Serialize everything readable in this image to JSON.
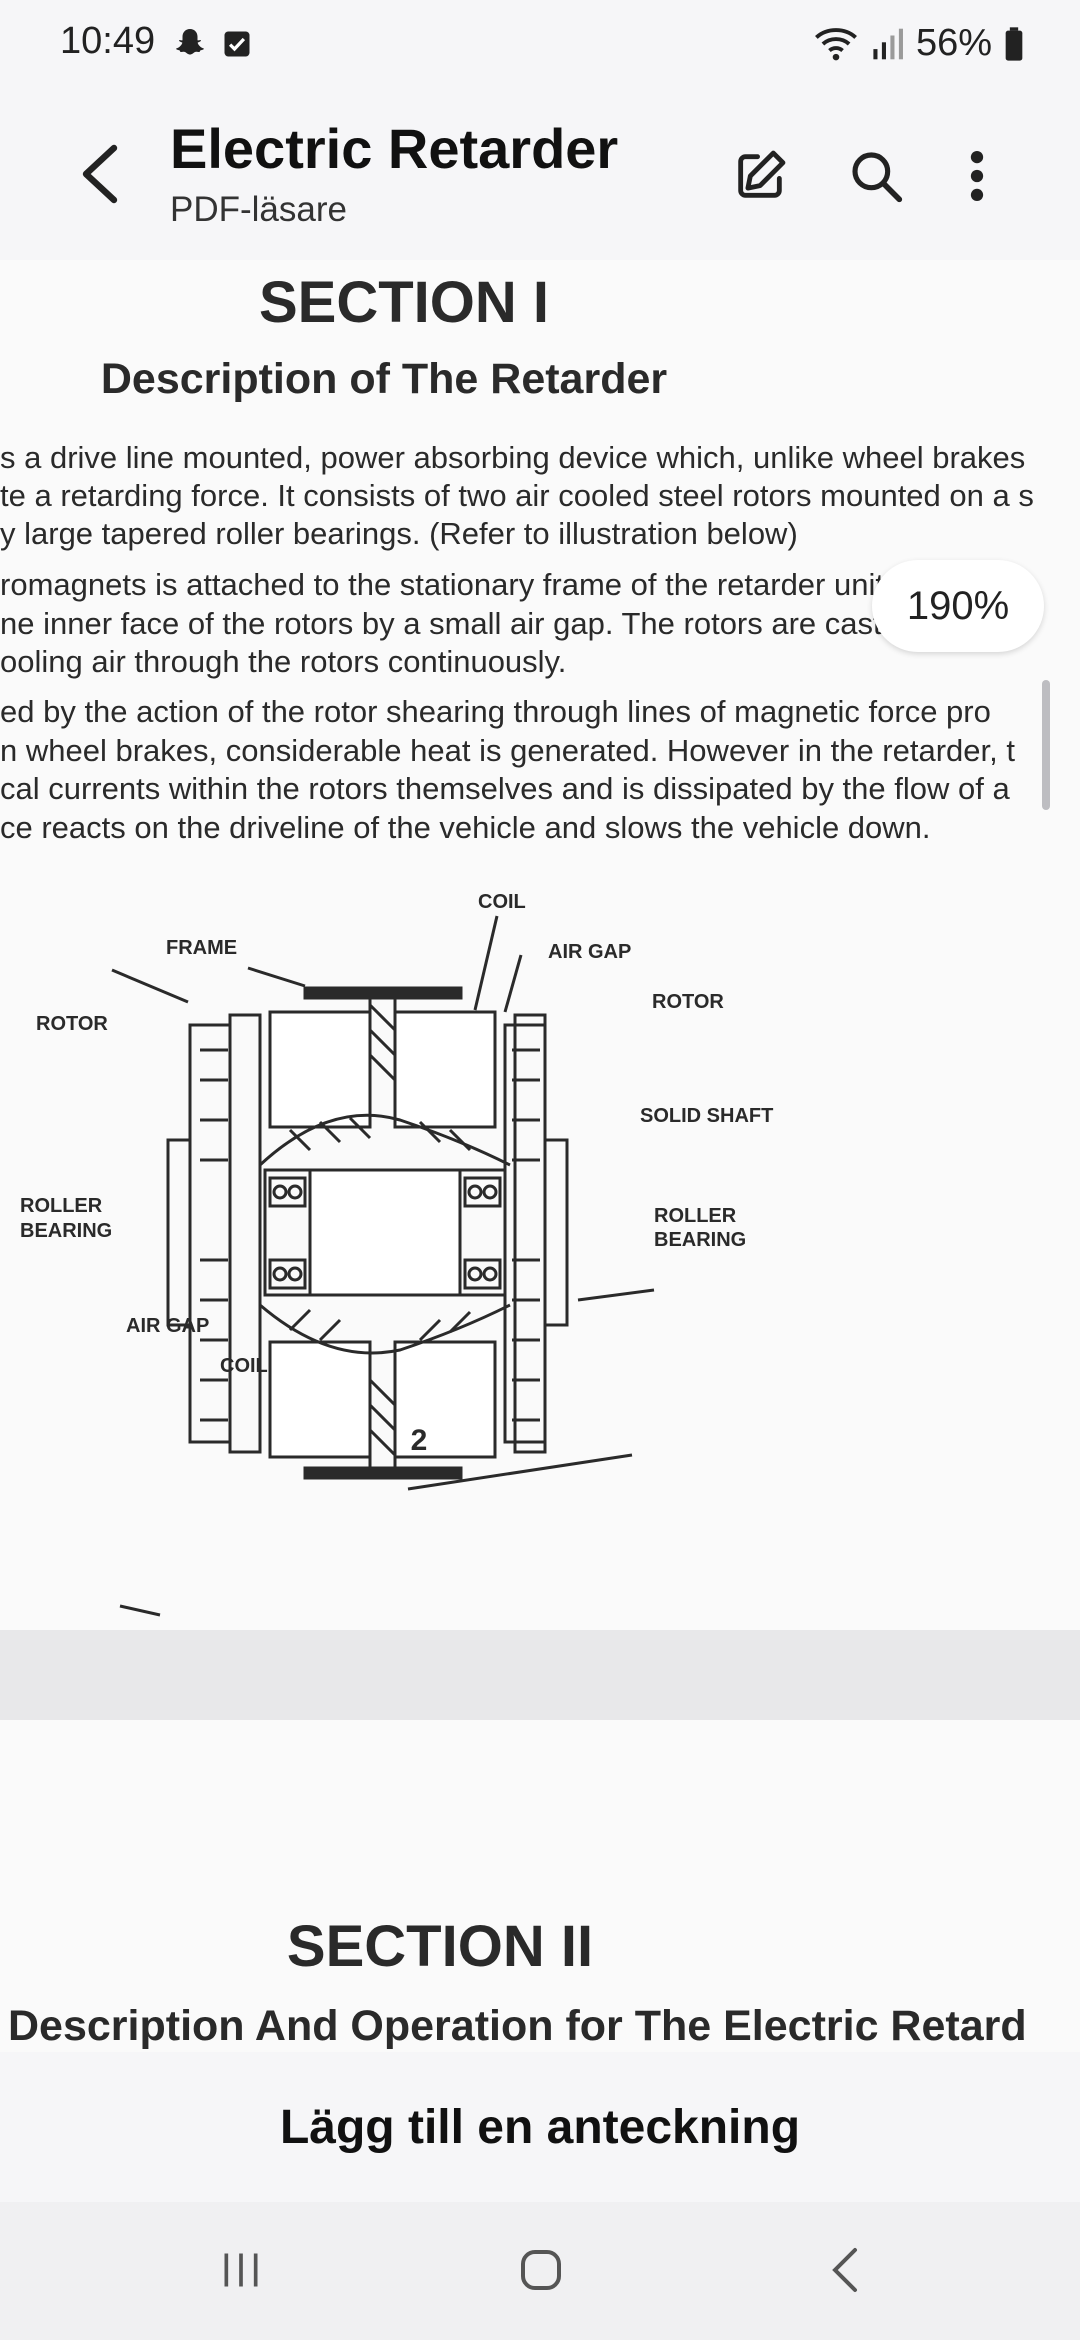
{
  "status_bar": {
    "time": "10:49",
    "battery": "56%",
    "icons": [
      "snapchat-icon",
      "checkbox-notification-icon",
      "wifi-icon",
      "signal-icon",
      "battery-icon"
    ]
  },
  "app_bar": {
    "title": "Electric Retarder",
    "subtitle": "PDF-läsare",
    "actions": [
      "back-icon",
      "edit-icon",
      "search-icon",
      "more-icon"
    ]
  },
  "viewer": {
    "zoom": "190%",
    "page1": {
      "heading": "SECTION I",
      "subheading": "Description of The Retarder",
      "paragraph1": [
        "s a drive line mounted, power absorbing device which, unlike wheel brakes",
        "te a retarding force. It consists of two air cooled steel rotors mounted on a s",
        "y large tapered roller bearings. (Refer to illustration below)"
      ],
      "paragraph2": [
        "romagnets is attached to the stationary frame of the retarder unit with the",
        "ne inner face of the rotors by a small air gap. The rotors are cast in th",
        "ooling air through the rotors continuously."
      ],
      "paragraph3": [
        "ed by the action of the rotor shearing through lines of magnetic force pro",
        "n wheel brakes, considerable heat is generated. However in the retarder, t",
        "cal currents within the rotors themselves and is dissipated by the flow of a",
        "ce reacts on the driveline of the vehicle and slows the vehicle down."
      ],
      "diagram_labels": {
        "coil_top": "COIL",
        "frame": "FRAME",
        "air_gap_top": "AIR GAP",
        "rotor_left": "ROTOR",
        "rotor_right": "ROTOR",
        "solid_shaft": "SOLID SHAFT",
        "roller_bearing_left_1": "ROLLER",
        "roller_bearing_left_2": "BEARING",
        "roller_bearing_right_1": "ROLLER",
        "roller_bearing_right_2": "BEARING",
        "air_gap_bottom": "AIR GAP",
        "coil_bottom": "COIL"
      },
      "page_number": "2"
    },
    "page2": {
      "heading": "SECTION II",
      "subheading": "Description And Operation for The Electric Retard"
    }
  },
  "note_bar": {
    "label": "Lägg till en anteckning"
  },
  "nav_bar": {
    "buttons": [
      "recents-icon",
      "home-icon",
      "back-nav-icon"
    ]
  }
}
